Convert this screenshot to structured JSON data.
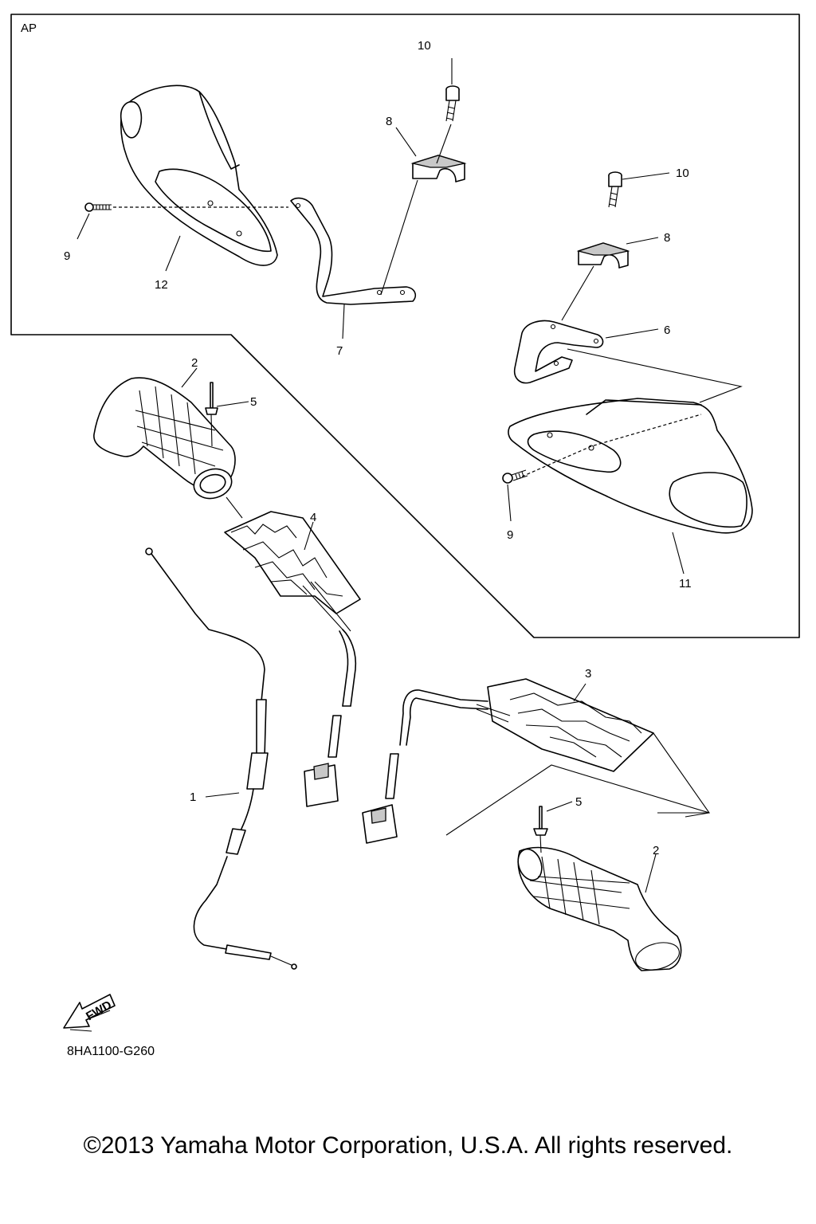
{
  "diagram": {
    "group_label": "AP",
    "diagram_id": "8HA1100-G260",
    "fwd_label": "FWD",
    "copyright": "©2013 Yamaha Motor Corporation, U.S.A. All rights reserved."
  },
  "callouts": [
    {
      "id": "10a",
      "text": "10"
    },
    {
      "id": "8a",
      "text": "8"
    },
    {
      "id": "9a",
      "text": "9"
    },
    {
      "id": "12",
      "text": "12"
    },
    {
      "id": "7",
      "text": "7"
    },
    {
      "id": "10b",
      "text": "10"
    },
    {
      "id": "8b",
      "text": "8"
    },
    {
      "id": "6",
      "text": "6"
    },
    {
      "id": "9b",
      "text": "9"
    },
    {
      "id": "11",
      "text": "11"
    },
    {
      "id": "2a",
      "text": "2"
    },
    {
      "id": "5a",
      "text": "5"
    },
    {
      "id": "4",
      "text": "4"
    },
    {
      "id": "1",
      "text": "1"
    },
    {
      "id": "3",
      "text": "3"
    },
    {
      "id": "5b",
      "text": "5"
    },
    {
      "id": "2b",
      "text": "2"
    }
  ]
}
